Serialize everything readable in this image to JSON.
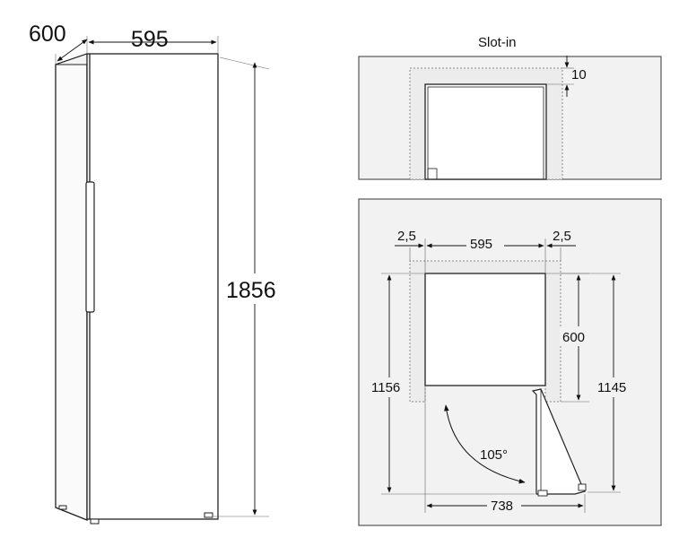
{
  "colors": {
    "line": "#111111",
    "panel_fill": "#f2f2f2",
    "cabinet_hatch": "#ececec",
    "background": "#ffffff"
  },
  "front_view": {
    "depth_label": "600",
    "width_label": "595",
    "height_label": "1856"
  },
  "slot_in": {
    "title": "Slot-in",
    "top_gap_label": "10"
  },
  "plan_view": {
    "left_gap_label": "2,5",
    "width_label": "595",
    "right_gap_label": "2,5",
    "depth_label": "600",
    "left_total_label": "1156",
    "right_total_label": "1145",
    "door_angle_label": "105°",
    "open_width_label": "738"
  }
}
